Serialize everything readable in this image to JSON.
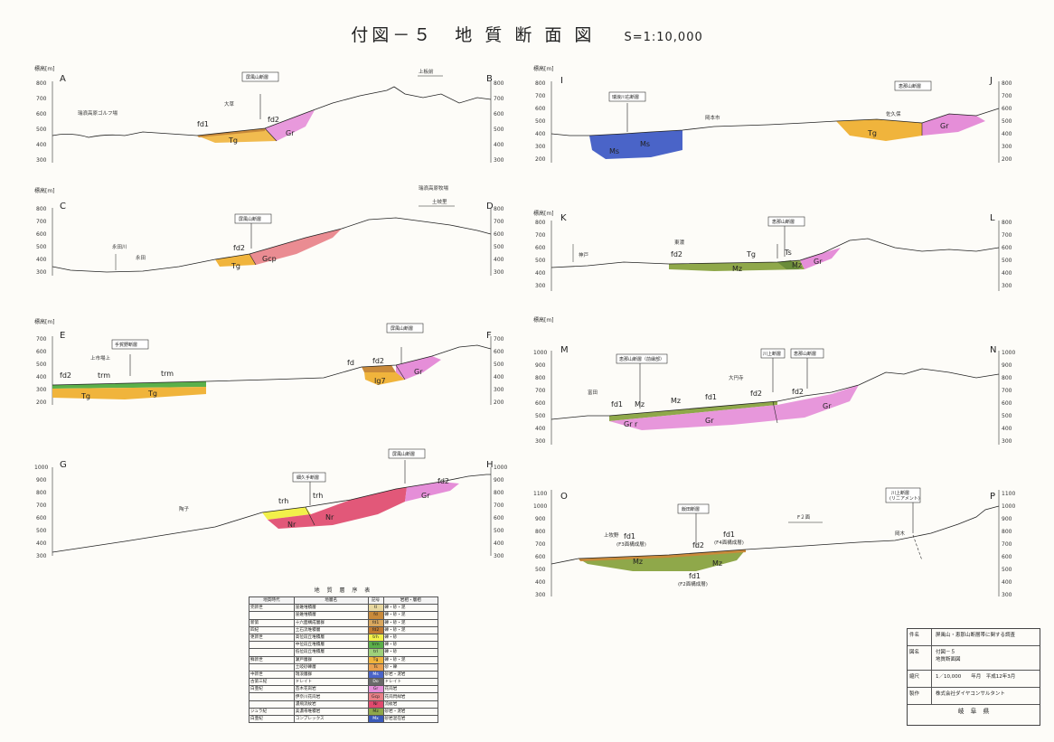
{
  "title": {
    "text": "付図－５　地 質 断 面 図",
    "scale": "S=1:10,000"
  },
  "elev_label": "標高[m]",
  "colors": {
    "Gr": "#e58ed8",
    "Tg": "#f0b43c",
    "Mz": "#8fa84a",
    "Ms": "#4a64c8",
    "Gcp": "#e87f86",
    "Nr": "#e04a6e",
    "trh": "#f2f04a",
    "trm": "#5bb04a",
    "fd": "#c98a3a"
  },
  "panels": [
    {
      "id": "ab",
      "left": "A",
      "right": "B",
      "ticksL": [
        "800",
        "700",
        "600",
        "500",
        "400",
        "300"
      ],
      "ticksR": [
        "800",
        "700",
        "600",
        "500",
        "400",
        "300"
      ],
      "fault": "屏風山断層",
      "labels": [
        "fd1",
        "fd2",
        "Tg",
        "Gr"
      ],
      "places": [
        "瑞浪高原ゴルフ場",
        "大草"
      ],
      "note": "上板前"
    },
    {
      "id": "cd",
      "left": "C",
      "right": "D",
      "ticksL": [
        "800",
        "700",
        "600",
        "500",
        "400",
        "300"
      ],
      "ticksR": [
        "800",
        "700",
        "600",
        "500",
        "400",
        "300"
      ],
      "fault": "屏風山断層",
      "labels": [
        "fd2",
        "Tg",
        "Gcp"
      ],
      "places": [
        "永田川",
        "永田"
      ],
      "note": "瑞浪高原牧場",
      "note2": "土岐里"
    },
    {
      "id": "ef",
      "left": "E",
      "right": "F",
      "ticksL": [
        "700",
        "600",
        "500",
        "400",
        "300",
        "200"
      ],
      "ticksR": [
        "700",
        "600",
        "500",
        "400",
        "300",
        "200"
      ],
      "fault": "屏風山断層",
      "fault2": "手賀野断層",
      "labels": [
        "fd2",
        "trm",
        "trm",
        "Tg",
        "Tg",
        "fd",
        "fd2",
        "Gr",
        "Ig7"
      ],
      "places": [
        "上市場上"
      ]
    },
    {
      "id": "gh",
      "left": "G",
      "right": "H",
      "ticksL": [
        "1000",
        "900",
        "800",
        "700",
        "600",
        "500",
        "400",
        "300"
      ],
      "ticksR": [
        "1000",
        "900",
        "800",
        "700",
        "600",
        "500",
        "400",
        "300"
      ],
      "fault": "屏風山断層",
      "fault2": "細久手断層",
      "labels": [
        "trh",
        "trh",
        "Nr",
        "Nr",
        "fd2",
        "Gr"
      ],
      "places": [
        "陶子"
      ]
    },
    {
      "id": "ij",
      "left": "I",
      "right": "J",
      "ticksL": [
        "800",
        "700",
        "600",
        "500",
        "400",
        "300",
        "200"
      ],
      "ticksR": [
        "800",
        "700",
        "600",
        "500",
        "400",
        "300",
        "200"
      ],
      "fault": "瑞浪川右断層",
      "fault2": "恵那山断層",
      "labels": [
        "Ms",
        "Ms",
        "Tg",
        "Gr"
      ],
      "places": [
        "岡本市",
        "佐久保"
      ]
    },
    {
      "id": "kl",
      "left": "K",
      "right": "L",
      "ticksL": [
        "800",
        "700",
        "600",
        "500",
        "400",
        "300"
      ],
      "ticksR": [
        "800",
        "700",
        "600",
        "500",
        "400",
        "300"
      ],
      "fault": "恵那山断層",
      "labels": [
        "fd2",
        "Tg",
        "Ts",
        "Mz",
        "Mz",
        "Gr"
      ],
      "places": [
        "神戸",
        "東濃"
      ]
    },
    {
      "id": "mn",
      "left": "M",
      "right": "N",
      "ticksL": [
        "1000",
        "900",
        "800",
        "700",
        "600",
        "500",
        "400",
        "300"
      ],
      "ticksR": [
        "1000",
        "900",
        "800",
        "700",
        "600",
        "500",
        "400",
        "300"
      ],
      "fault": "恵那山断層（前縁部）",
      "fault2": "川上断層",
      "fault3": "恵那山断層",
      "labels": [
        "fd1",
        "Mz",
        "Mz",
        "fd1",
        "fd2",
        "fd2",
        "Gr",
        "Gr",
        "Gr r"
      ],
      "places": [
        "大円寺",
        "富田"
      ]
    },
    {
      "id": "op",
      "left": "O",
      "right": "P",
      "ticksL": [
        "1100",
        "1000",
        "900",
        "800",
        "700",
        "600",
        "500",
        "400",
        "300"
      ],
      "ticksR": [
        "1100",
        "1000",
        "900",
        "800",
        "700",
        "600",
        "500",
        "400",
        "300"
      ],
      "fault": "飯田断層",
      "fault2": "川上断層",
      "fault2b": "(リニアメント)",
      "labels": [
        "fd1",
        "(F3面構成層)",
        "fd2",
        "fd1",
        "(F4面構成層)",
        "Mz",
        "Mz",
        "fd1",
        "(F2面構成層)"
      ],
      "places": [
        "上牧野",
        "F２面",
        "岡木"
      ]
    }
  ],
  "legend": {
    "title": "地 質 層 序 表",
    "head": [
      "地質時代",
      "地層名",
      "記号",
      "岩相・層相"
    ],
    "rows": [
      [
        "完新世",
        "崖錐堆積層",
        "tl",
        "礫・砂・泥"
      ],
      [
        "",
        "崖錐堆積層",
        "fd",
        "礫・砂・泥"
      ],
      [
        "新第",
        "十六面構成層群",
        "fd1",
        "礫・砂・泥"
      ],
      [
        "四紀",
        "土石流堆積層",
        "fd2",
        "礫・砂・泥"
      ],
      [
        "更新世",
        "高位段丘堆積層",
        "trh",
        "礫・砂"
      ],
      [
        "",
        "中位段丘堆積層",
        "trm",
        "礫・砂"
      ],
      [
        "",
        "低位段丘堆積層",
        "trl",
        "礫・砂"
      ],
      [
        "鮮新世",
        "瀬戸層群",
        "Tg",
        "礫・砂・泥"
      ],
      [
        "",
        "土岐砂礫層",
        "Ts",
        "砂・礫"
      ],
      [
        "中新世",
        "瑞浪層群",
        "Ms",
        "砂岩・泥岩"
      ],
      [
        "古第三紀",
        "ドレイト",
        "Do",
        "ドレイト"
      ],
      [
        "白亜紀",
        "苗木花崗岩",
        "Gr",
        "花崗岩"
      ],
      [
        "",
        "伊奈川花崗岩",
        "Gcp",
        "花崗閃緑岩"
      ],
      [
        "",
        "濃飛流紋岩",
        "Nr",
        "流紋岩"
      ],
      [
        "ジュラ紀",
        "美濃帯堆積岩",
        "Mz",
        "砂岩・泥岩"
      ],
      [
        "白亜紀",
        "コンプレックス",
        "Mx",
        "砂岩混在岩"
      ]
    ],
    "swatches": [
      "#e8d8a0",
      "#c98a3a",
      "#d9a75e",
      "#c07a30",
      "#f2f04a",
      "#5bb04a",
      "#9fd07a",
      "#f0b43c",
      "#e8a050",
      "#4a64c8",
      "#6a6a6a",
      "#e58ed8",
      "#e87f86",
      "#e04a6e",
      "#8fa84a",
      "#3a5ab8"
    ]
  },
  "titleblock": {
    "k1": "件名",
    "v1": "屏風山・恵那山断層帯に関する調査",
    "k2": "図名",
    "v2": "付図－５",
    "v2b": "地質断面図",
    "k3": "縮尺",
    "v3": "1／10,000　　年月　平成12年3月",
    "k4": "製作",
    "v4": "株式会社ダイヤコンサルタント",
    "v5": "岐　阜　県"
  }
}
